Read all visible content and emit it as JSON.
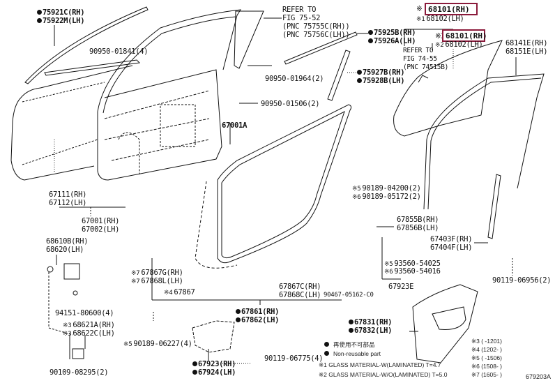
{
  "diagram": {
    "title_code": "679203A",
    "highlight_color": "#8b1a3b",
    "callouts": {
      "moulding_windshield": {
        "rh": "75921C(RH)",
        "lh": "75922M(LH)",
        "nonreusable": true
      },
      "clip_90950_01841": "90950-01841(4)",
      "refer_fig_7552": {
        "line1": "REFER TO",
        "line2": "FIG 75-52",
        "line3": "(PNC 75755C(RH))",
        "line4": "(PNC 75756C(LH))"
      },
      "clip_90950_01964": "90950-01964(2)",
      "clip_90950_01506": "90950-01506(2)",
      "moulding_belt": {
        "rh": "75925B(RH)",
        "lh": "75926A(LH)",
        "nonreusable": true
      },
      "moulding_rear": {
        "rh": "75927B(RH)",
        "lh": "75928B(LH)",
        "nonreusable": true
      },
      "glass_top": {
        "rh_mark": "※",
        "rh": "68101(RH)",
        "lh_mark": "※1",
        "lh": "68102(LH)"
      },
      "glass_second": {
        "rh_mark": "※2",
        "rh": "68101(RH)",
        "lh_mark": "※2",
        "lh": "68102(LH)"
      },
      "refer_fig_7455": {
        "line1": "REFER TO",
        "line2": "FIG 74-55",
        "line3": "(PNC 74515B)"
      },
      "run_channel": {
        "rh": "68141E(RH)",
        "lh": "68151E(LH)"
      },
      "panel_67001A": "67001A",
      "panel_outer": {
        "rh": "67111(RH)",
        "lh": "67112(LH)"
      },
      "panel_assy": {
        "rh": "67001(RH)",
        "lh": "67002(LH)"
      },
      "hinge": {
        "rh": "68610B(RH)",
        "lh": "68620(LH)"
      },
      "bolt_94151": "94151-80600(4)",
      "hinge_lower": {
        "rh_mark": "※3",
        "rh": "68621A(RH)",
        "lh_mark": "※3",
        "lh": "68622C(LH)"
      },
      "bolt_90109": "90109-08295(2)",
      "clip_left": {
        "rh_mark": "※7",
        "rh": "67867G(RH)",
        "lh_mark": "※7",
        "lh": "67868L(LH)"
      },
      "clip_67867": {
        "mark": "※4",
        "value": "67867"
      },
      "screw_90189_06227": {
        "mark": "※5",
        "value": "90189-06227(4)"
      },
      "clip_right": {
        "rh": "67867C(RH)",
        "lh": "67868C(LH)"
      },
      "clip_90467": "90467-05162-C0",
      "weatherstrip": {
        "rh": "67861(RH)",
        "lh": "67862(LH)",
        "nonreusable": true
      },
      "service_hole_cover": {
        "rh": "67923(RH)",
        "lh": "67924(LH)",
        "nonreusable": true
      },
      "clip_90119_06775": "90119-06775(4)",
      "screw_pair_top": {
        "a_mark": "※5",
        "a": "90189-04200(2)",
        "b_mark": "※6",
        "b": "90189-05172(2)"
      },
      "check_assy": {
        "rh": "67855B(RH)",
        "lh": "67856B(LH)"
      },
      "screw_pair_bottom": {
        "a_mark": "※5",
        "a": "93560-54025",
        "b_mark": "※6",
        "b": "93560-54016"
      },
      "sub_67923E": "67923E",
      "guide_rear": {
        "rh": "67403F(RH)",
        "lh": "67404F(LH)"
      },
      "bolt_90119_06956": "90119-06956(2)",
      "cover_rear": {
        "rh": "67831(RH)",
        "lh": "67832(LH)",
        "nonreusable": true
      }
    },
    "legend": {
      "nonreusable_jp": "再使用不可部品",
      "nonreusable_en": "Non-reusable part",
      "note1": "※1 GLASS MATERIAL-W(LAMINATED) T=4.7",
      "note2": "※2 GLASS MATERIAL-W/O(LAMINATED) T=5.0",
      "date_notes": [
        "※3 (      -1201)",
        "※4 (1202-      )",
        "※5 (      -1506)",
        "※6 (1508-      )",
        "※7 (1605-      )"
      ]
    }
  }
}
